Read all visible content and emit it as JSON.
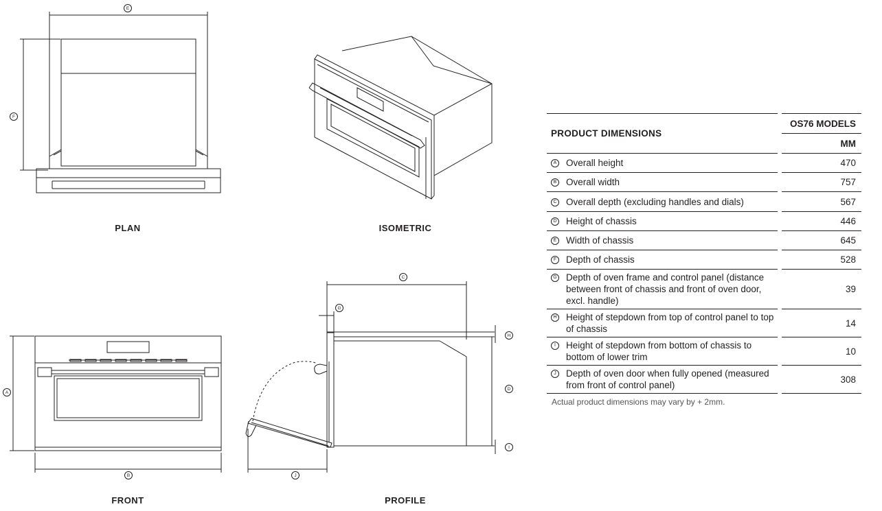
{
  "views": {
    "plan": "PLAN",
    "isometric": "ISOMETRIC",
    "front": "FRONT",
    "profile": "PROFILE"
  },
  "markers": {
    "a": "A",
    "b": "B",
    "c": "C",
    "d": "D",
    "e": "E",
    "f": "F",
    "g": "G",
    "h": "H",
    "i": "I",
    "j": "J"
  },
  "table": {
    "title": "PRODUCT DIMENSIONS",
    "model": "OS76 MODELS",
    "unit": "MM",
    "rows": [
      {
        "key": "A",
        "label": "Overall height",
        "value": "470"
      },
      {
        "key": "B",
        "label": "Overall width",
        "value": "757"
      },
      {
        "key": "C",
        "label": "Overall depth (excluding handles and dials)",
        "value": "567"
      },
      {
        "key": "D",
        "label": "Height of chassis",
        "value": "446"
      },
      {
        "key": "E",
        "label": "Width of chassis",
        "value": "645"
      },
      {
        "key": "F",
        "label": "Depth of chassis",
        "value": "528"
      },
      {
        "key": "G",
        "label": "Depth of oven frame and control panel (distance between front of chassis and front of oven door, excl. handle)",
        "value": "39"
      },
      {
        "key": "H",
        "label": "Height of stepdown from top of control panel to top of chassis",
        "value": "14"
      },
      {
        "key": "I",
        "label": "Height of stepdown from bottom of chassis to bottom of lower trim",
        "value": "10"
      },
      {
        "key": "J",
        "label": "Depth of oven door when fully opened (measured from front of control panel)",
        "value": "308"
      }
    ],
    "note": "Actual product dimensions may vary by + 2mm."
  }
}
